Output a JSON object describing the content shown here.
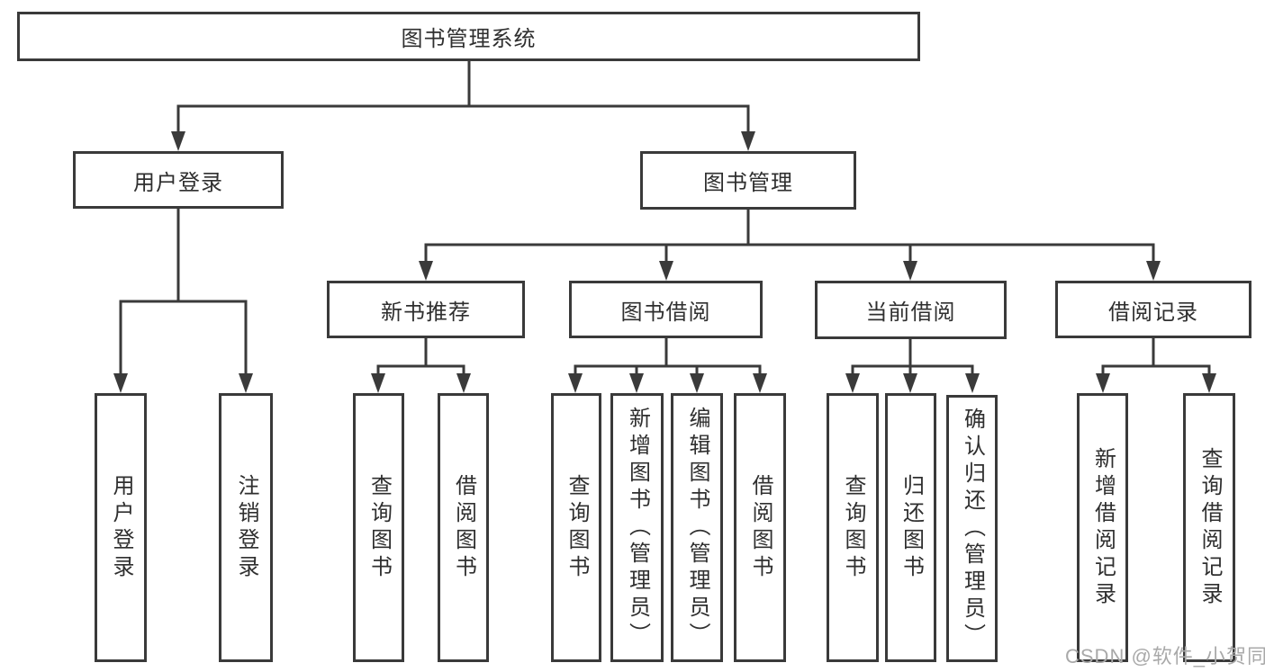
{
  "tree": {
    "label": "图书管理系统",
    "children": [
      {
        "label": "用户登录",
        "children": [
          {
            "label": "用户登录"
          },
          {
            "label": "注销登录"
          }
        ]
      },
      {
        "label": "图书管理",
        "children": [
          {
            "label": "新书推荐",
            "children": [
              {
                "label": "查询图书"
              },
              {
                "label": "借阅图书"
              }
            ]
          },
          {
            "label": "图书借阅",
            "children": [
              {
                "label": "查询图书"
              },
              {
                "label": "新增图书（管理员）"
              },
              {
                "label": "编辑图书（管理员）"
              },
              {
                "label": "借阅图书"
              }
            ]
          },
          {
            "label": "当前借阅",
            "children": [
              {
                "label": "查询图书"
              },
              {
                "label": "归还图书"
              },
              {
                "label": "确认归还（管理员）"
              }
            ]
          },
          {
            "label": "借阅记录",
            "children": [
              {
                "label": "新增借阅记录"
              },
              {
                "label": "查询借阅记录"
              }
            ]
          }
        ]
      }
    ]
  },
  "watermark": {
    "text": "CSDN @软件_小贺同学"
  },
  "colors": {
    "line": "#3a3a3a",
    "text": "#2f2f2f",
    "watermark": "#a9a9a9",
    "background": "#ffffff"
  }
}
